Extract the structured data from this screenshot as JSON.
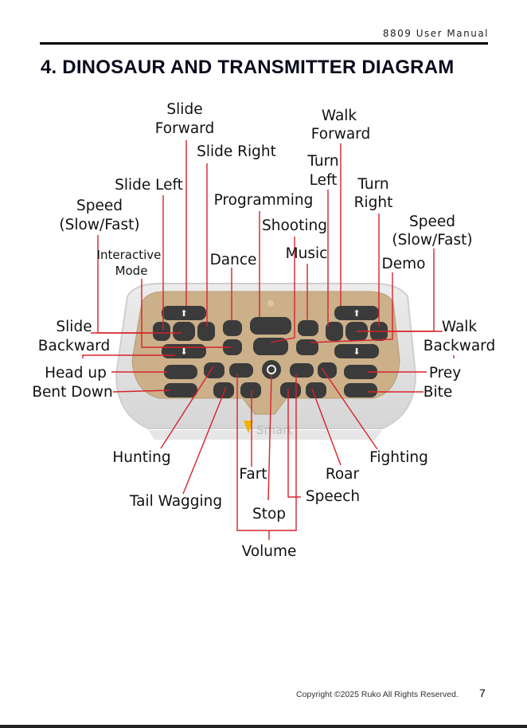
{
  "header": {
    "manual_title": "8809 User Manual"
  },
  "section_title": "4. DINOSAUR AND TRANSMITTER DIAGRAM",
  "brand_logo": "Smart",
  "labels": {
    "slide_forward_1": "Slide",
    "slide_forward_2": "Forward",
    "slide_right": "Slide Right",
    "walk_forward_1": "Walk",
    "walk_forward_2": "Forward",
    "turn_left_1": "Turn",
    "turn_left_2": "Left",
    "turn_right_1": "Turn",
    "turn_right_2": "Right",
    "slide_left": "Slide Left",
    "programming": "Programming",
    "speed_left_1": "Speed",
    "speed_left_2": "(Slow/Fast)",
    "speed_right_1": "Speed",
    "speed_right_2": "(Slow/Fast)",
    "shooting": "Shooting",
    "interactive_1": "Interactive",
    "interactive_2": "Mode",
    "dance": "Dance",
    "music": "Music",
    "demo": "Demo",
    "slide_backward_1": "Slide",
    "slide_backward_2": "Backward",
    "walk_backward_1": "Walk",
    "walk_backward_2": "Backward",
    "head_up": "Head up",
    "bent_down": "Bent Down",
    "prey": "Prey",
    "bite": "Bite",
    "hunting": "Hunting",
    "fighting": "Fighting",
    "fart": "Fart",
    "roar": "Roar",
    "tail_wagging": "Tail Wagging",
    "speech": "Speech",
    "stop": "Stop",
    "volume": "Volume"
  },
  "footer": {
    "copyright": "Copyright ©2025 Ruko All Rights Reserved.",
    "page_number": "7"
  },
  "colors": {
    "leader_line": "#d8222b",
    "panel": "#cbb08a",
    "button": "#3a3a3a"
  }
}
